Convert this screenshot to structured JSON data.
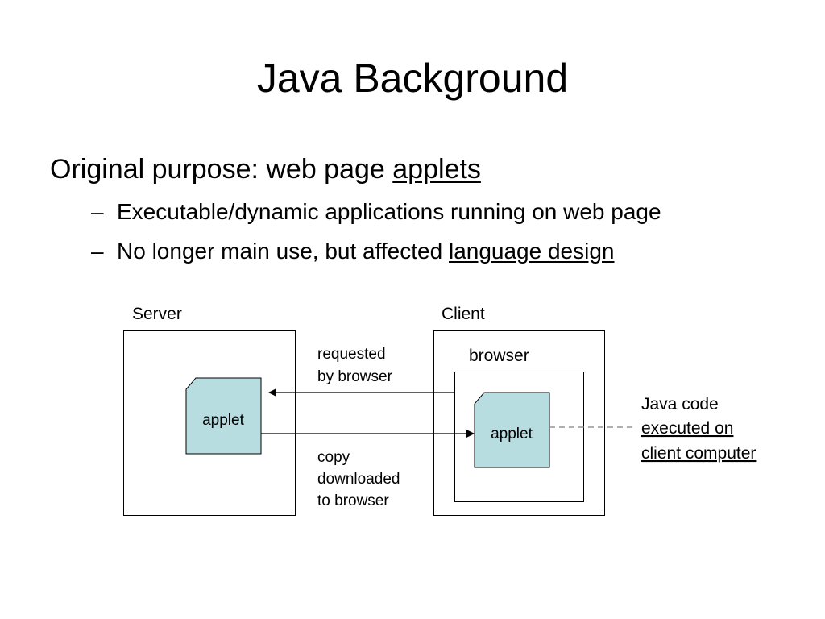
{
  "slide": {
    "title": "Java Background",
    "bullet": {
      "prefix": "Original purpose: web page ",
      "emphasis": "applets"
    },
    "sub_bullets": [
      {
        "dash": "–",
        "text": "Executable/dynamic applications running on web page",
        "emphasis": ""
      },
      {
        "dash": "–",
        "text": "No longer main use, but affected ",
        "emphasis": "language design"
      }
    ]
  },
  "diagram": {
    "server_label": "Server",
    "client_label": "Client",
    "browser_label": "browser",
    "server_applet": "applet",
    "client_applet": "applet",
    "request_label": [
      "requested",
      "by browser"
    ],
    "download_label": [
      "copy",
      "downloaded",
      "to browser"
    ],
    "note": [
      "Java code",
      "executed on",
      "client computer"
    ],
    "colors": {
      "applet_fill": "#b7dde1",
      "line": "#000000",
      "dashed_leader": "#808080"
    }
  }
}
